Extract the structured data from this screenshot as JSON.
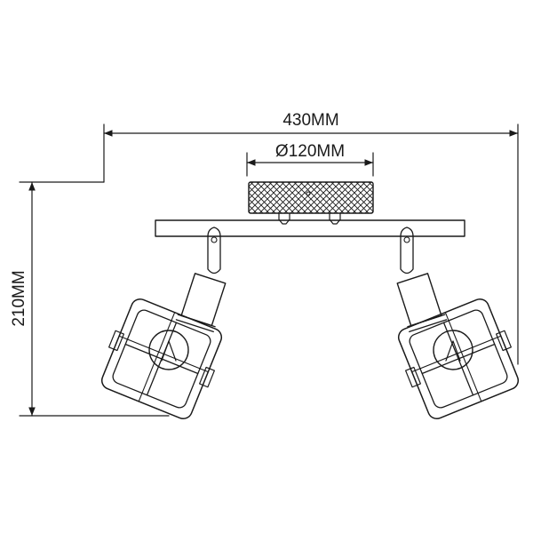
{
  "dimensions": {
    "total_width": "430MM",
    "canopy_diameter": "Ø120MM",
    "total_height": "210MM"
  },
  "colors": {
    "line": "#1a1a1a",
    "background": "#ffffff"
  }
}
